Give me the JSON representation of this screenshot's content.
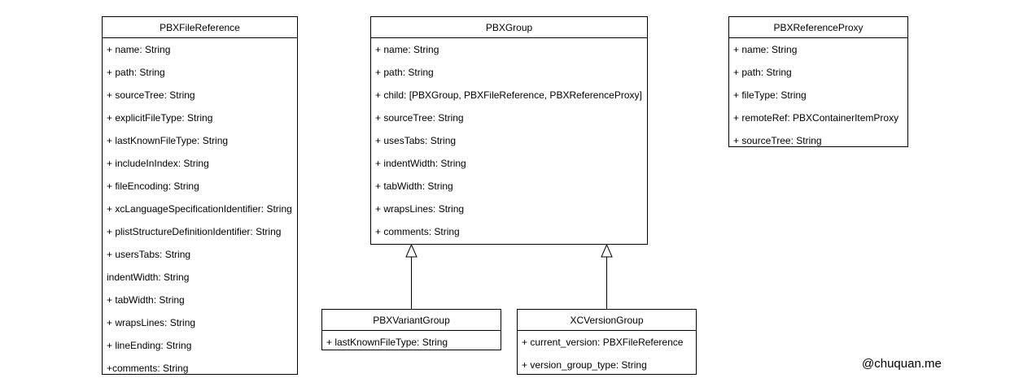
{
  "diagram": {
    "watermark": "@chuquan.me",
    "classes": {
      "pbx_file_reference": {
        "title": "PBXFileReference",
        "attributes": [
          "+ name: String",
          "+ path: String",
          "+ sourceTree: String",
          "+ explicitFileType: String",
          "+ lastKnownFileType: String",
          "+ includeInIndex: String",
          "+ fileEncoding: String",
          "+ xcLanguageSpecificationIdentifier: String",
          "+ plistStructureDefinitionIdentifier: String",
          "+ usersTabs: String",
          "indentWidth: String",
          "+ tabWidth: String",
          "+ wrapsLines: String",
          "+ lineEnding: String",
          "+comments: String"
        ]
      },
      "pbx_group": {
        "title": "PBXGroup",
        "attributes": [
          "+ name: String",
          "+ path: String",
          "+ child: [PBXGroup, PBXFileReference, PBXReferenceProxy]",
          "+ sourceTree: String",
          "+ usesTabs: String",
          "+ indentWidth: String",
          "+ tabWidth: String",
          "+ wrapsLines: String",
          "+ comments: String"
        ]
      },
      "pbx_reference_proxy": {
        "title": "PBXReferenceProxy",
        "attributes": [
          "+ name: String",
          "+ path: String",
          "+ fileType: String",
          "+ remoteRef: PBXContainerItemProxy",
          "+ sourceTree: String"
        ]
      },
      "pbx_variant_group": {
        "title": "PBXVariantGroup",
        "attributes": [
          "+ lastKnownFileType: String"
        ]
      },
      "xc_version_group": {
        "title": "XCVersionGroup",
        "attributes": [
          "+ current_version: PBXFileReference",
          "+ version_group_type: String"
        ]
      }
    },
    "relations": [
      {
        "type": "inheritance",
        "from": "pbx_variant_group",
        "to": "pbx_group"
      },
      {
        "type": "inheritance",
        "from": "xc_version_group",
        "to": "pbx_group"
      }
    ]
  }
}
